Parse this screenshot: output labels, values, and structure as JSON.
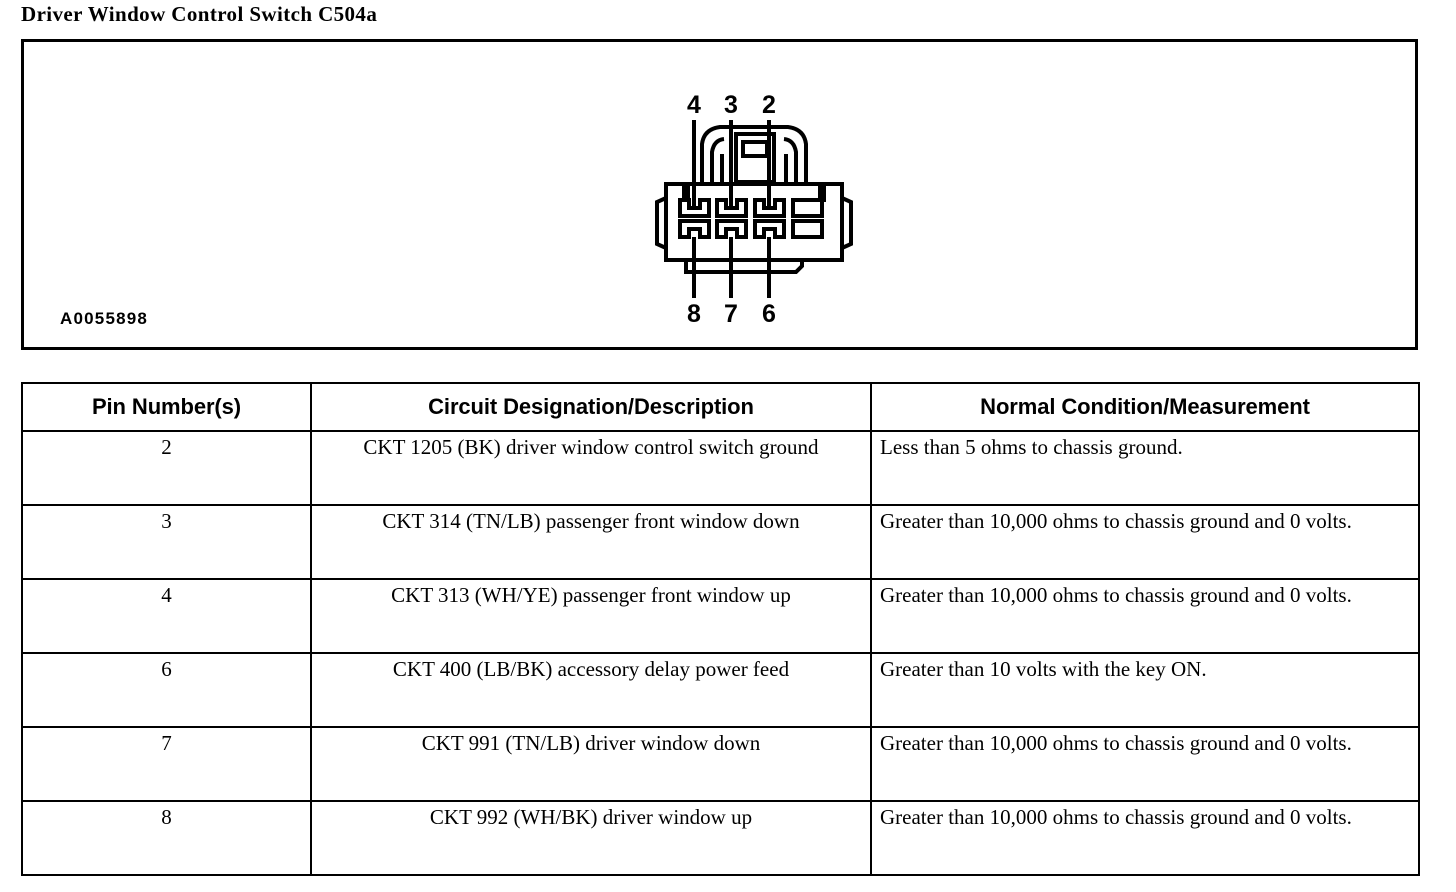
{
  "document": {
    "title": "Driver Window Control Switch C504a"
  },
  "figure": {
    "id_label": "A0055898",
    "connector": {
      "name": "C504a",
      "cavity_columns": 4,
      "cavity_rows": 2,
      "top_row_labels": [
        "4",
        "3",
        "2"
      ],
      "bottom_row_labels": [
        "8",
        "7",
        "6"
      ],
      "line_color": "#000000",
      "fill_color": "#ffffff"
    }
  },
  "table": {
    "headers": [
      "Pin Number(s)",
      "Circuit Designation/Description",
      "Normal Condition/Measurement"
    ],
    "rows": [
      {
        "pin": "2",
        "circuit": "CKT 1205 (BK) driver window control switch ground",
        "normal": "Less than 5 ohms to chassis ground."
      },
      {
        "pin": "3",
        "circuit": "CKT 314 (TN/LB) passenger front window down",
        "normal": "Greater than 10,000 ohms to chassis ground and 0 volts."
      },
      {
        "pin": "4",
        "circuit": "CKT 313 (WH/YE) passenger front window up",
        "normal": "Greater than 10,000 ohms to chassis ground and 0 volts."
      },
      {
        "pin": "6",
        "circuit": "CKT 400 (LB/BK) accessory delay power feed",
        "normal": "Greater than 10 volts with the key ON."
      },
      {
        "pin": "7",
        "circuit": "CKT 991 (TN/LB) driver window down",
        "normal": "Greater than 10,000 ohms to chassis ground and 0 volts."
      },
      {
        "pin": "8",
        "circuit": "CKT 992 (WH/BK) driver window up",
        "normal": "Greater than 10,000 ohms to chassis ground and 0 volts."
      }
    ]
  }
}
